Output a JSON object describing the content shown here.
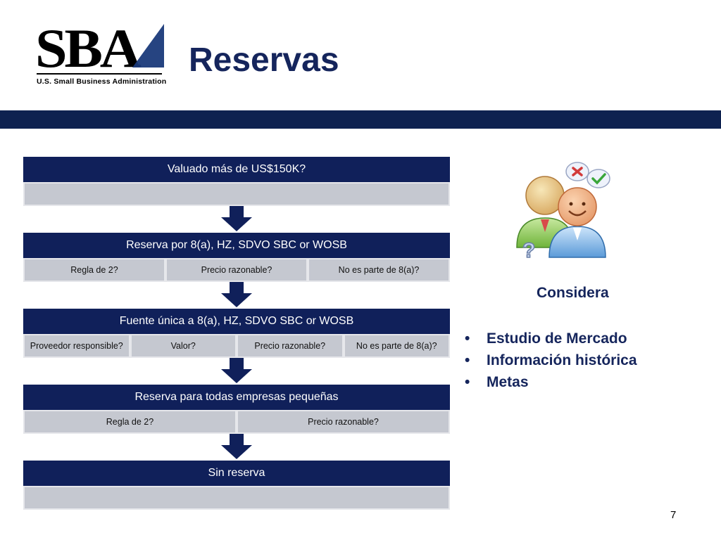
{
  "header": {
    "logo_text": "SBA",
    "logo_subtitle": "U.S. Small Business Administration",
    "title": "Reservas"
  },
  "flow": {
    "stage1": {
      "title": "Valuado más de US$150K?"
    },
    "stage2": {
      "title": "Reserva por 8(a), HZ, SDVO SBC or WOSB",
      "items": [
        "Regla de 2?",
        "Precio razonable?",
        "No es parte de 8(a)?"
      ]
    },
    "stage3": {
      "title": "Fuente única a 8(a), HZ, SDVO SBC or WOSB",
      "items": [
        "Proveedor responsible?",
        "Valor?",
        "Precio razonable?",
        "No es parte de 8(a)?"
      ]
    },
    "stage4": {
      "title": "Reserva para todas empresas pequeñas",
      "items": [
        "Regla de 2?",
        "Precio razonable?"
      ]
    },
    "stage5": {
      "title": "Sin reserva"
    }
  },
  "sidebar": {
    "heading": "Considera",
    "bullets": [
      "Estudio de Mercado",
      "Información histórica",
      "Metas"
    ]
  },
  "page_number": "7",
  "colors": {
    "navy": "#10205a",
    "title_blue": "#15255c",
    "cell_gray": "#c5c8d0"
  }
}
